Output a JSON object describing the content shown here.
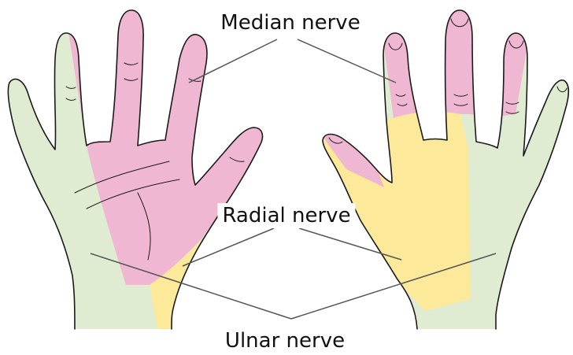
{
  "labels": {
    "median": "Median nerve",
    "radial": "Radial nerve",
    "ulnar": "Ulnar nerve"
  },
  "colors": {
    "median_region": "#f0b7d3",
    "radial_region": "#fce99a",
    "ulnar_region": "#e0ecd2",
    "outline": "#1a1a1a",
    "leader_line": "#555555",
    "background": "#ffffff"
  }
}
